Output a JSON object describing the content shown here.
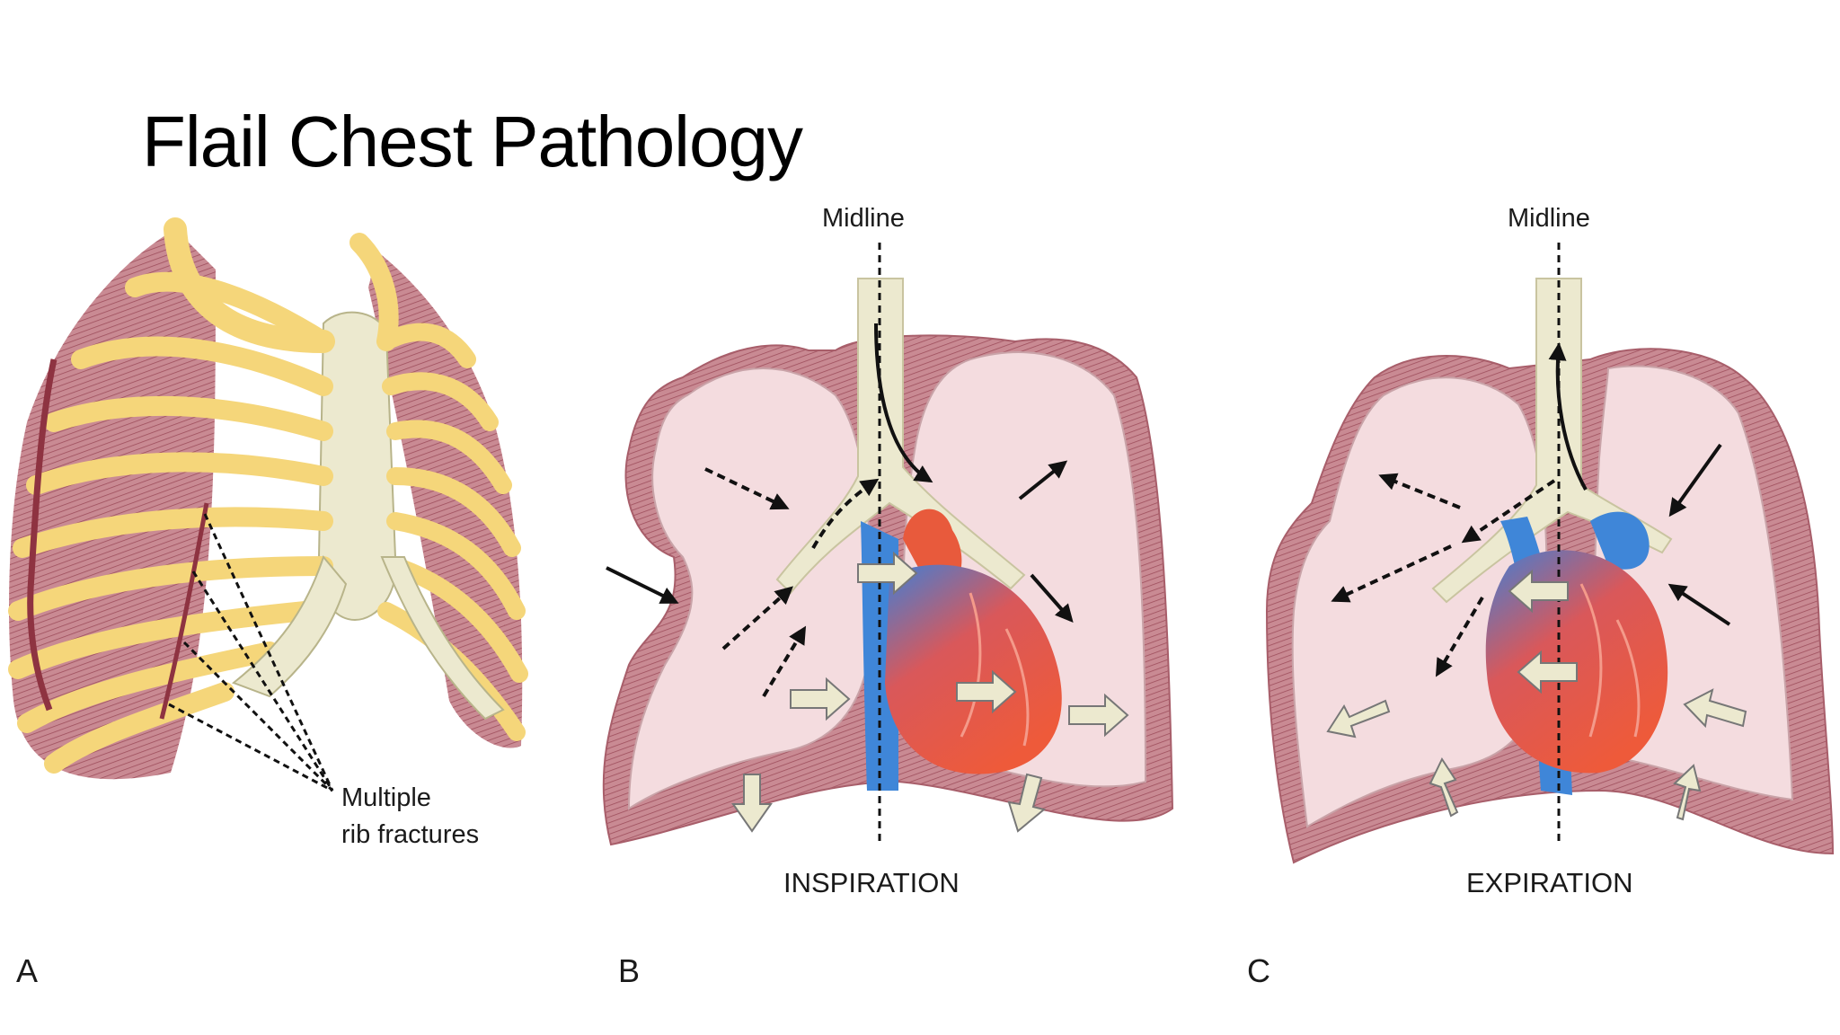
{
  "title": "Flail Chest Pathology",
  "panels": {
    "a": {
      "letter": "A",
      "annotation_line1": "Multiple",
      "annotation_line2": "rib fractures"
    },
    "b": {
      "letter": "B",
      "midline": "Midline",
      "caption": "INSPIRATION"
    },
    "c": {
      "letter": "C",
      "midline": "Midline",
      "caption": "EXPIRATION"
    }
  },
  "colors": {
    "rib": "#f5d67a",
    "muscle": "#c77f8a",
    "lung": "#f4dcdf",
    "airway": "#ece9cf",
    "heart": "#e85a3c",
    "vessel": "#3f86d8"
  }
}
